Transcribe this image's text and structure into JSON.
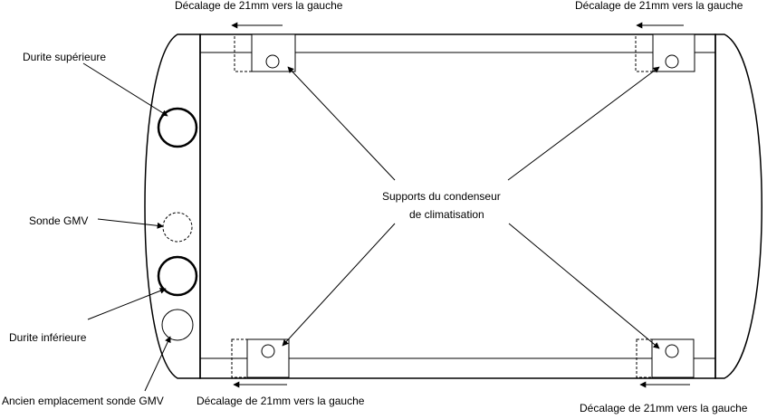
{
  "labels": {
    "upper_hose": "Durite supérieure",
    "gmv_sensor": "Sonde GMV",
    "lower_hose": "Durite inférieure",
    "old_sensor_location": "Ancien emplacement sonde GMV",
    "supports_line1": "Supports du condenseur",
    "supports_line2": "de climatisation",
    "offset_top_left": "Décalage de 21mm vers la gauche",
    "offset_top_right": "Décalage de 21mm vers la gauche",
    "offset_bottom_left": "Décalage de 21mm vers la gauche",
    "offset_bottom_right": "Décalage de 21mm vers la gauche"
  },
  "colors": {
    "stroke": "#000000",
    "background": "#ffffff"
  }
}
